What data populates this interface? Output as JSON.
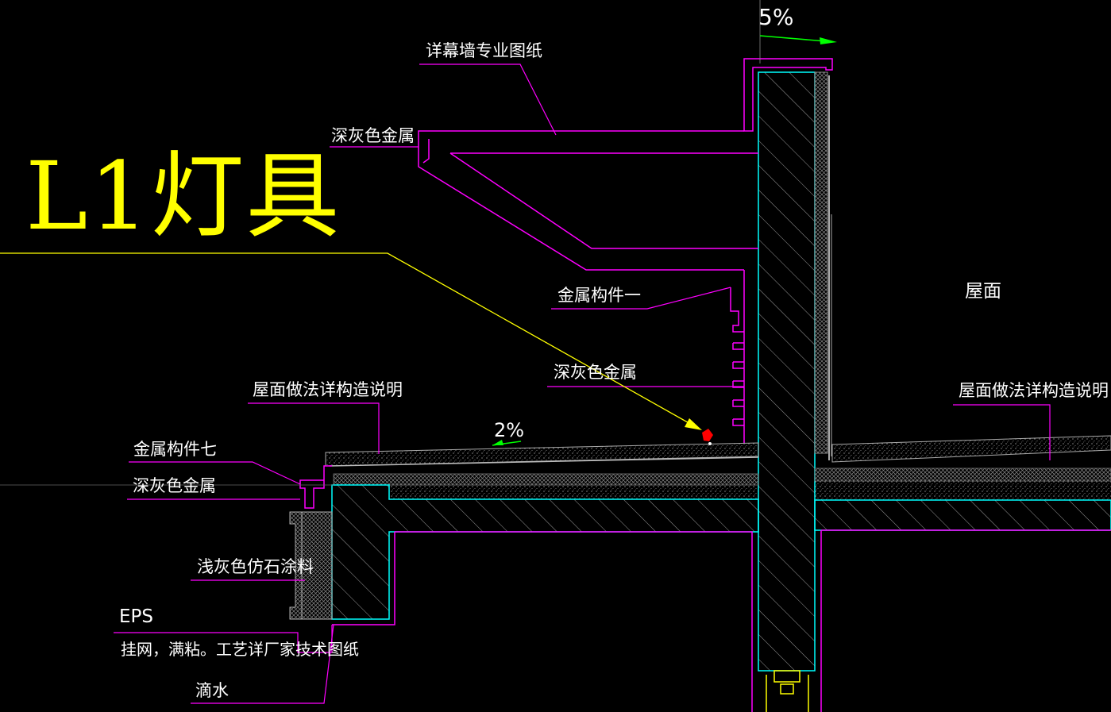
{
  "title": "L1灯具",
  "slopes": {
    "top": "5%",
    "main": "2%"
  },
  "labels": {
    "curtain_wall": "详幕墙专业图纸",
    "dark_metal_upper": "深灰色金属",
    "metal_part_1": "金属构件一",
    "dark_metal_middle": "深灰色金属",
    "roof_detail_left": "屋面做法详构造说明",
    "roof_detail_right": "屋面做法详构造说明",
    "metal_part_7": "金属构件七",
    "dark_metal_lower": "深灰色金属",
    "stone_coating": "浅灰色仿石涂料",
    "eps": "EPS",
    "eps_note": "挂网，满粘。工艺详厂家技术图纸",
    "drip": "滴水",
    "roof": "屋面"
  },
  "colors": {
    "leader": "#ff00ff",
    "concrete_edge": "#00ffff",
    "callout": "#ffff00",
    "slope_arrow": "#00ff00",
    "fixture": "#ff0000",
    "text": "#ffffff",
    "hatch": "#bbbbbb"
  }
}
